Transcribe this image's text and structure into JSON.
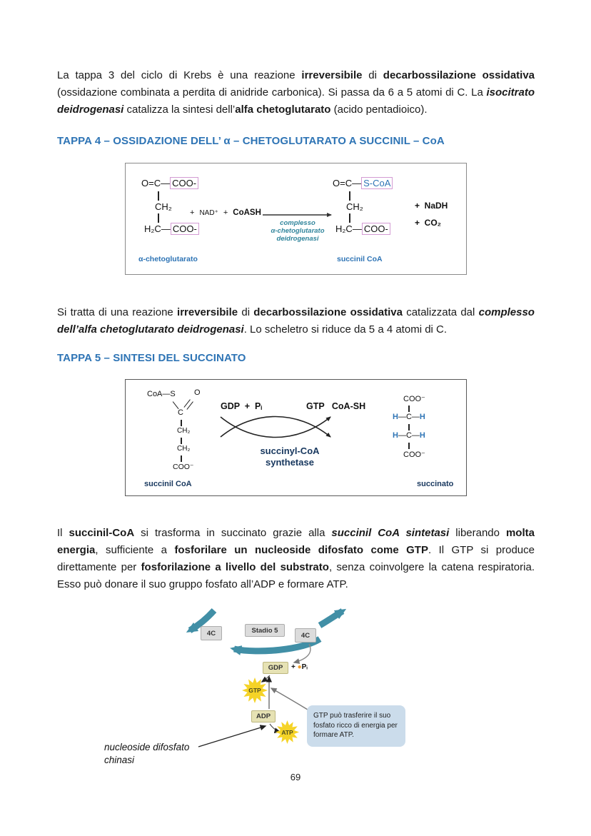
{
  "page": {
    "number": "69"
  },
  "colors": {
    "heading_blue": "#2E74B5",
    "molecule_label_blue": "#2E74B5",
    "dark_blue": "#17375E",
    "enzyme_teal": "#31859C",
    "highlight_pink": "#D39BD3",
    "starburst_yellow": "#F5D327",
    "khaki_box": "#E6E2B4",
    "gray_box": "#DCDCDC",
    "teal_arrow": "#418FA6",
    "callout_blue": "#CBDCEB",
    "orange_dot": "#F0A030"
  },
  "paragraphs": {
    "p1": {
      "runs": [
        {
          "t": "La tappa 3 del ciclo di Krebs è una reazione "
        },
        {
          "t": "irreversibile",
          "s": "b"
        },
        {
          "t": " di "
        },
        {
          "t": "decarbossilazione ossidativa",
          "s": "b"
        },
        {
          "t": " (ossidazione combinata a perdita di anidride carbonica). Si passa da 6 a 5 atomi di C. La "
        },
        {
          "t": "isocitrato deidrogenasi",
          "s": "bi"
        },
        {
          "t": " catalizza la sintesi dell’"
        },
        {
          "t": "alfa chetoglutarato",
          "s": "b"
        },
        {
          "t": " (acido pentadioico)."
        }
      ]
    },
    "p2": {
      "runs": [
        {
          "t": "Si tratta di una reazione "
        },
        {
          "t": "irreversibile",
          "s": "b"
        },
        {
          "t": " di "
        },
        {
          "t": "decarbossilazione ossidativa",
          "s": "b"
        },
        {
          "t": " catalizzata dal "
        },
        {
          "t": "complesso dell’alfa chetoglutarato deidrogenasi",
          "s": "bi"
        },
        {
          "t": ". Lo scheletro si riduce da 5 a 4 atomi di C."
        }
      ]
    },
    "p3": {
      "runs": [
        {
          "t": "Il "
        },
        {
          "t": "succinil-CoA",
          "s": "b"
        },
        {
          "t": " si trasforma in succinato grazie alla "
        },
        {
          "t": "succinil CoA sintetasi",
          "s": "bi"
        },
        {
          "t": " liberando "
        },
        {
          "t": "molta energia",
          "s": "b"
        },
        {
          "t": ", sufficiente a "
        },
        {
          "t": "fosforilare un nucleoside difosfato come GTP",
          "s": "b"
        },
        {
          "t": ". Il GTP si produce direttamente per "
        },
        {
          "t": "fosforilazione a livello del substrato",
          "s": "b"
        },
        {
          "t": ", senza coinvolgere la catena respiratoria. Esso può donare il suo gruppo fosfato all’ADP e formare ATP."
        }
      ]
    }
  },
  "headings": {
    "tappa4": "TAPPA 4 – OSSIDAZIONE DELL’ α – CHETOGLUTARATO A SUCCINIL – CoA",
    "tappa5": "TAPPA 5 – SINTESI DEL SUCCINATO"
  },
  "figure1": {
    "reactant": {
      "line1_prefix": "O=C—",
      "line1_coo": "COO-",
      "line2": "CH₂",
      "line3_prefix": "H₂C—",
      "line3_coo": "COO-",
      "label": "α-chetoglutarato"
    },
    "cofactors": {
      "plus1": "+",
      "nad": "NAD⁺",
      "plus2": "+",
      "coash": "CoASH"
    },
    "enzyme": {
      "line1": "complesso",
      "line2": "α-chetoglutarato",
      "line3": "deidrogenasi"
    },
    "product": {
      "line1_prefix": "O=C—",
      "line1_scoa": "S-CoA",
      "line2": "CH₂",
      "line3_prefix": "H₂C—",
      "line3_coo": "COO-",
      "label": "succinil CoA"
    },
    "byproducts": {
      "nadh": "+  NaDH",
      "co2": "+  CO₂"
    }
  },
  "figure2": {
    "reactant": {
      "coas": "CoA—S",
      "o": "O",
      "c": "C",
      "ch2a": "CH₂",
      "ch2b": "CH₂",
      "coo": "COO⁻",
      "label": "succinil CoA"
    },
    "substrates": "GDP  +  Pᵢ",
    "products": "GTP   CoA-SH",
    "enzyme": {
      "line1": "succinyl-CoA",
      "line2": "synthetase"
    },
    "product": {
      "coo_top": "COO⁻",
      "h": "H",
      "dash": "—",
      "c": "C",
      "coo_bottom": "COO⁻",
      "label": "succinato"
    }
  },
  "figure3": {
    "box_4c_left": "4C",
    "box_stadio5": "Stadio 5",
    "box_4c_right": "4C",
    "gdp": "GDP",
    "plus": "+",
    "dot": "●",
    "pi": "Pᵢ",
    "gtp": "GTP",
    "adp": "ADP",
    "atp": "ATP",
    "callout": "GTP può trasferire il suo fosfato ricco di energia per formare ATP.",
    "caption_line1": "nucleoside difosfato",
    "caption_line2": "chinasi"
  }
}
